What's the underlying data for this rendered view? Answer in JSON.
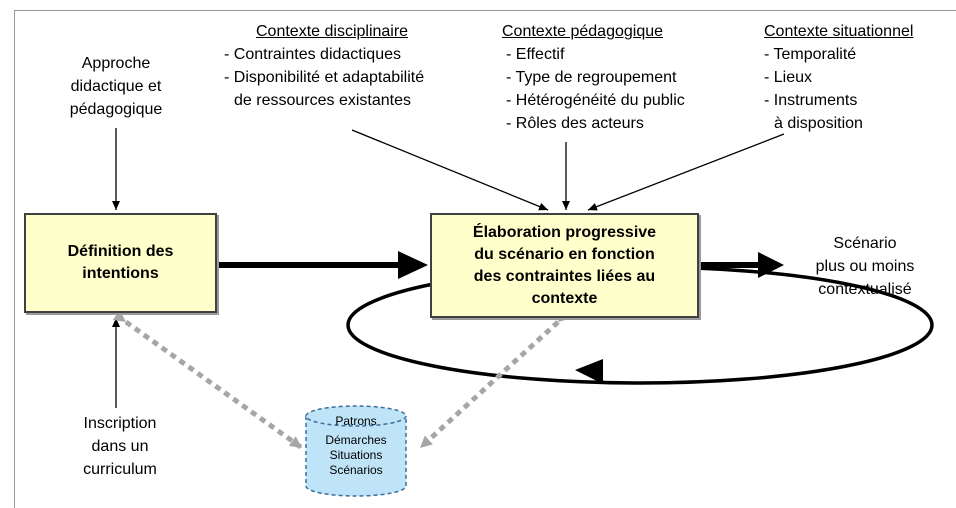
{
  "approach": {
    "line1": "Approche",
    "line2": "didactique et",
    "line3": "pédagogique"
  },
  "contexts": {
    "disciplinaire": {
      "title": "Contexte disciplinaire",
      "items": [
        "- Contraintes didactiques",
        "- Disponibilité et adaptabilité",
        "de ressources existantes"
      ]
    },
    "pedagogique": {
      "title": "Contexte pédagogique",
      "items": [
        "- Effectif",
        "- Type de regroupement",
        "- Hétérogénéité du public",
        "- Rôles des acteurs"
      ]
    },
    "situationnel": {
      "title": "Contexte situationnel",
      "items": [
        "- Temporalité",
        "- Lieux",
        "- Instruments",
        "à disposition"
      ]
    }
  },
  "boxes": {
    "definition": {
      "line1": "Définition des",
      "line2": "intentions"
    },
    "elaboration": {
      "line1": "Élaboration progressive",
      "line2": "du scénario en fonction",
      "line3": "des contraintes liées au",
      "line4": "contexte"
    }
  },
  "scenario": {
    "line1": "Scénario",
    "line2": "plus ou moins",
    "line3": "contextualisé"
  },
  "inscription": {
    "line1": "Inscription",
    "line2": "dans un",
    "line3": "curriculum"
  },
  "database": {
    "items": [
      "Patrons",
      "Démarches",
      "Situations",
      "Scénarios"
    ]
  },
  "colors": {
    "box_fill": "#ffffcc",
    "db_fill": "#bfe3f7",
    "dotted": "#a6a6a6"
  }
}
